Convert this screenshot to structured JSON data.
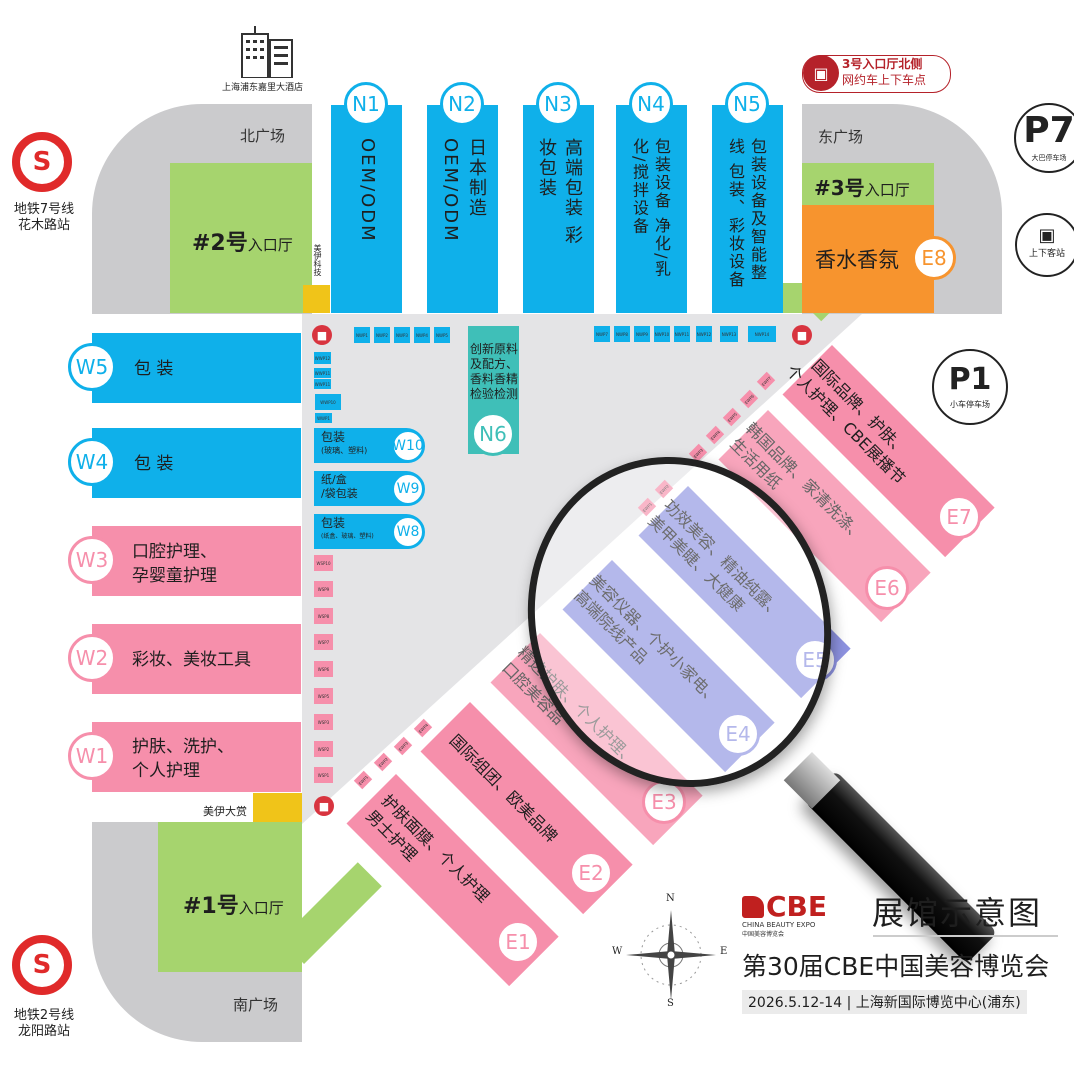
{
  "landmarks": {
    "hotel": {
      "label": "上海浦东嘉里大酒店",
      "icon": "building-icon"
    },
    "metro_north": {
      "line1": "地铁7号线",
      "line2": "花木路站",
      "icon": "shanghai-metro-icon"
    },
    "metro_south": {
      "line1": "地铁2号线",
      "line2": "龙阳路站",
      "icon": "shanghai-metro-icon"
    },
    "rideshare": {
      "line1": "3号入口厅北侧",
      "line2": "网约车上下车点",
      "icon": "car-icon"
    },
    "p7": {
      "code": "P7",
      "label": "大巴停车场"
    },
    "bus_station": {
      "label": "上下客站",
      "icon": "bus-icon"
    },
    "p1": {
      "code": "P1",
      "label": "小车停车场"
    }
  },
  "plazas": {
    "north": "北广场",
    "east": "东广场",
    "south": "南广场"
  },
  "entrances": {
    "e2": {
      "num": "#2号",
      "suffix": "入口厅"
    },
    "e3": {
      "num": "#3号",
      "suffix": "入口厅"
    },
    "e1": {
      "num": "#1号",
      "suffix": "入口厅"
    }
  },
  "sponsors": {
    "meiyi_tech": "美伊科技",
    "meiyi_award": "美伊大赏"
  },
  "halls": {
    "N1": {
      "code": "N1",
      "desc": "OEM/ODM"
    },
    "N2": {
      "code": "N2",
      "desc": "日本制造 OEM/ODM"
    },
    "N3": {
      "code": "N3",
      "desc": "高端包装 彩妆包装"
    },
    "N4": {
      "code": "N4",
      "desc": "包装设备 净化/乳化/搅拌设备"
    },
    "N5": {
      "code": "N5",
      "desc": "包装设备及智能整线 包装、彩妆设备"
    },
    "N6": {
      "code": "N6",
      "desc": "创新原料及配方、香料香精检验检测"
    },
    "E8": {
      "code": "E8",
      "desc": "香水香氛"
    },
    "W5": {
      "code": "W5",
      "desc": "包 装"
    },
    "W4": {
      "code": "W4",
      "desc": "包 装"
    },
    "W3": {
      "code": "W3",
      "desc1": "口腔护理、",
      "desc2": "孕婴童护理"
    },
    "W2": {
      "code": "W2",
      "desc": "彩妆、美妆工具"
    },
    "W1": {
      "code": "W1",
      "desc1": "护肤、洗护、",
      "desc2": "个人护理"
    },
    "W10": {
      "code": "W10",
      "desc1": "包装",
      "desc2": "(玻璃、塑料)"
    },
    "W9": {
      "code": "W9",
      "desc1": "纸/盒",
      "desc2": "/袋包装"
    },
    "W8": {
      "code": "W8",
      "desc1": "包装",
      "desc2": "(纸盒、玻璃、塑料)"
    },
    "E7": {
      "code": "E7",
      "desc1": "国际品牌、护肤、",
      "desc2": "个人护理、CBE展播节"
    },
    "E6": {
      "code": "E6",
      "desc1": "韩国品牌、家清洗涤、",
      "desc2": "生活用纸"
    },
    "E5": {
      "code": "E5",
      "desc1": "功效美容、精油纯露、",
      "desc2": "美甲美睫、大健康"
    },
    "E4": {
      "code": "E4",
      "desc1": "美容仪器、个护小家电、",
      "desc2": "高端院线产品"
    },
    "E3": {
      "code": "E3",
      "desc1": "精选护肤、个人护理、",
      "desc2": "口腔美容品"
    },
    "E2": {
      "code": "E2",
      "desc": "国际组团、欧美品牌"
    },
    "E1": {
      "code": "E1",
      "desc1": "护肤面膜、个人护理",
      "desc2": "男士护理"
    }
  },
  "booths": {
    "north_left": [
      "NWP1",
      "NWP2",
      "NWP3",
      "NWP4",
      "NWP5"
    ],
    "north_right": [
      "NWP7",
      "NWP8",
      "NWP9",
      "NWP10",
      "NWP11",
      "NWP12",
      "NWP13",
      "NWP14"
    ],
    "west_top": [
      "WWP12",
      "WWP11",
      "WWP11",
      "WWP10",
      "WWP1"
    ],
    "west_bottom": [
      "WSP10",
      "WSP9",
      "WSP8",
      "WSP7",
      "WSP6",
      "WSP5",
      "WSP3",
      "WSP2",
      "WSP1"
    ],
    "east_upper": [
      "EWP7",
      "EWP6",
      "EWP5",
      "EWP4",
      "EWP3",
      "EWP2",
      "EWP1"
    ],
    "east_lower": [
      "EWP1",
      "EWP2",
      "EWP3",
      "EWP4"
    ]
  },
  "footer": {
    "brand": "CBE",
    "brand_en": "CHINA BEAUTY EXPO",
    "brand_cn": "中国美容博览会",
    "map_title": "展馆示意图",
    "event": "第30届CBE中国美容博览会",
    "date_venue": "2026.5.12-14 | 上海新国际博览中心(浦东)"
  },
  "compass": {
    "n": "N",
    "s": "S",
    "e": "E",
    "w": "W"
  },
  "colors": {
    "blue": "#0fb0ea",
    "pink": "#f68fab",
    "purple": "#8d92e0",
    "orange": "#f7942e",
    "green": "#a6d46e",
    "teal": "#3fbfb8",
    "metro_red": "#e02a2a"
  }
}
